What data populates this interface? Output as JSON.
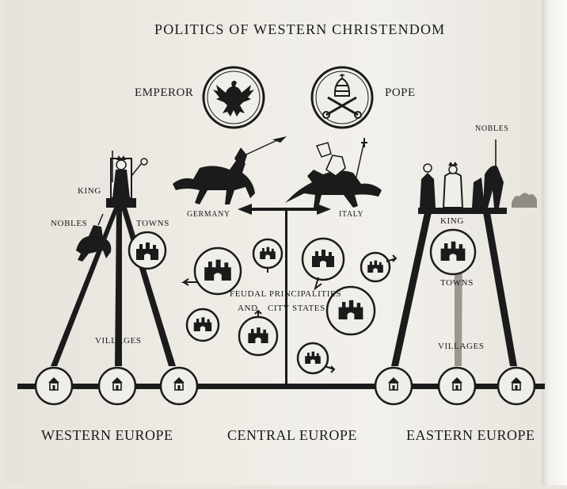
{
  "title": "POLITICS OF WESTERN CHRISTENDOM",
  "labels": {
    "emperor": "EMPEROR",
    "pope": "POPE",
    "king_west": "KING",
    "nobles_west": "NOBLES",
    "towns_west": "TOWNS",
    "villages_west": "VILLAGES",
    "germany": "GERMANY",
    "italy": "ITALY",
    "feudal_line1": "FEUDAL PRINCIPALITIES",
    "feudal_line2": "AND",
    "feudal_line3": "CITY STATES",
    "nobles_east": "NOBLES",
    "king_east": "KING",
    "towns_east": "TOWNS",
    "villages_east": "VILLAGES"
  },
  "regions": {
    "west": "WESTERN EUROPE",
    "central": "CENTRAL EUROPE",
    "east": "EASTERN EUROPE"
  },
  "icons": {
    "emperor": "imperial-eagle-icon",
    "pope": "papal-tiara-keys-icon",
    "village": "village-house-icon",
    "town": "walled-town-icon"
  },
  "colors": {
    "ink": "#1b1b1b",
    "paper": "#f0eee9",
    "shadow": "#8f8c86"
  }
}
